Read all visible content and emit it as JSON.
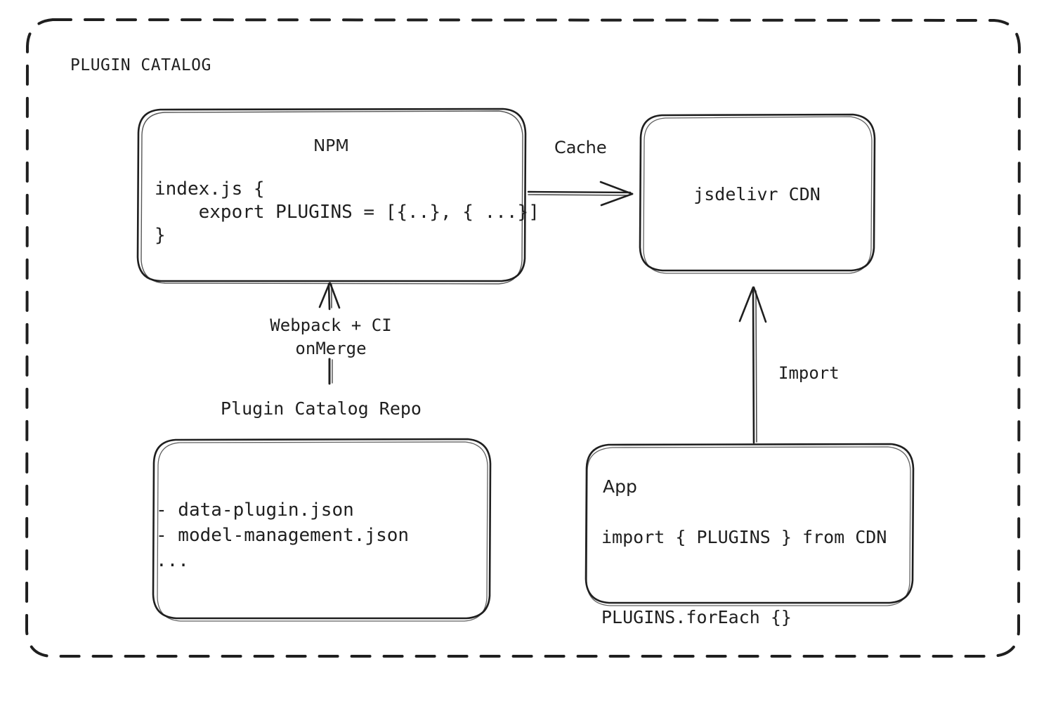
{
  "diagram": {
    "title": "PLUGIN CATALOG",
    "background_color": "#ffffff",
    "stroke_color": "#1f1f1f",
    "nodes": {
      "npm": {
        "title": "NPM",
        "code": "index.js {\n    export PLUGINS = [{..}, { ...}]\n}"
      },
      "cdn": {
        "title": "jsdelivr CDN"
      },
      "repo": {
        "label": "Plugin Catalog Repo",
        "items": "- data-plugin.json\n- model-management.json\n..."
      },
      "app": {
        "title": "App",
        "code": "import { PLUGINS } from CDN\n\nPLUGINS.forEach {}"
      }
    },
    "edges": {
      "cache": {
        "label": "Cache"
      },
      "build": {
        "label": "Webpack + CI\nonMerge"
      },
      "import": {
        "label": "Import"
      }
    }
  }
}
